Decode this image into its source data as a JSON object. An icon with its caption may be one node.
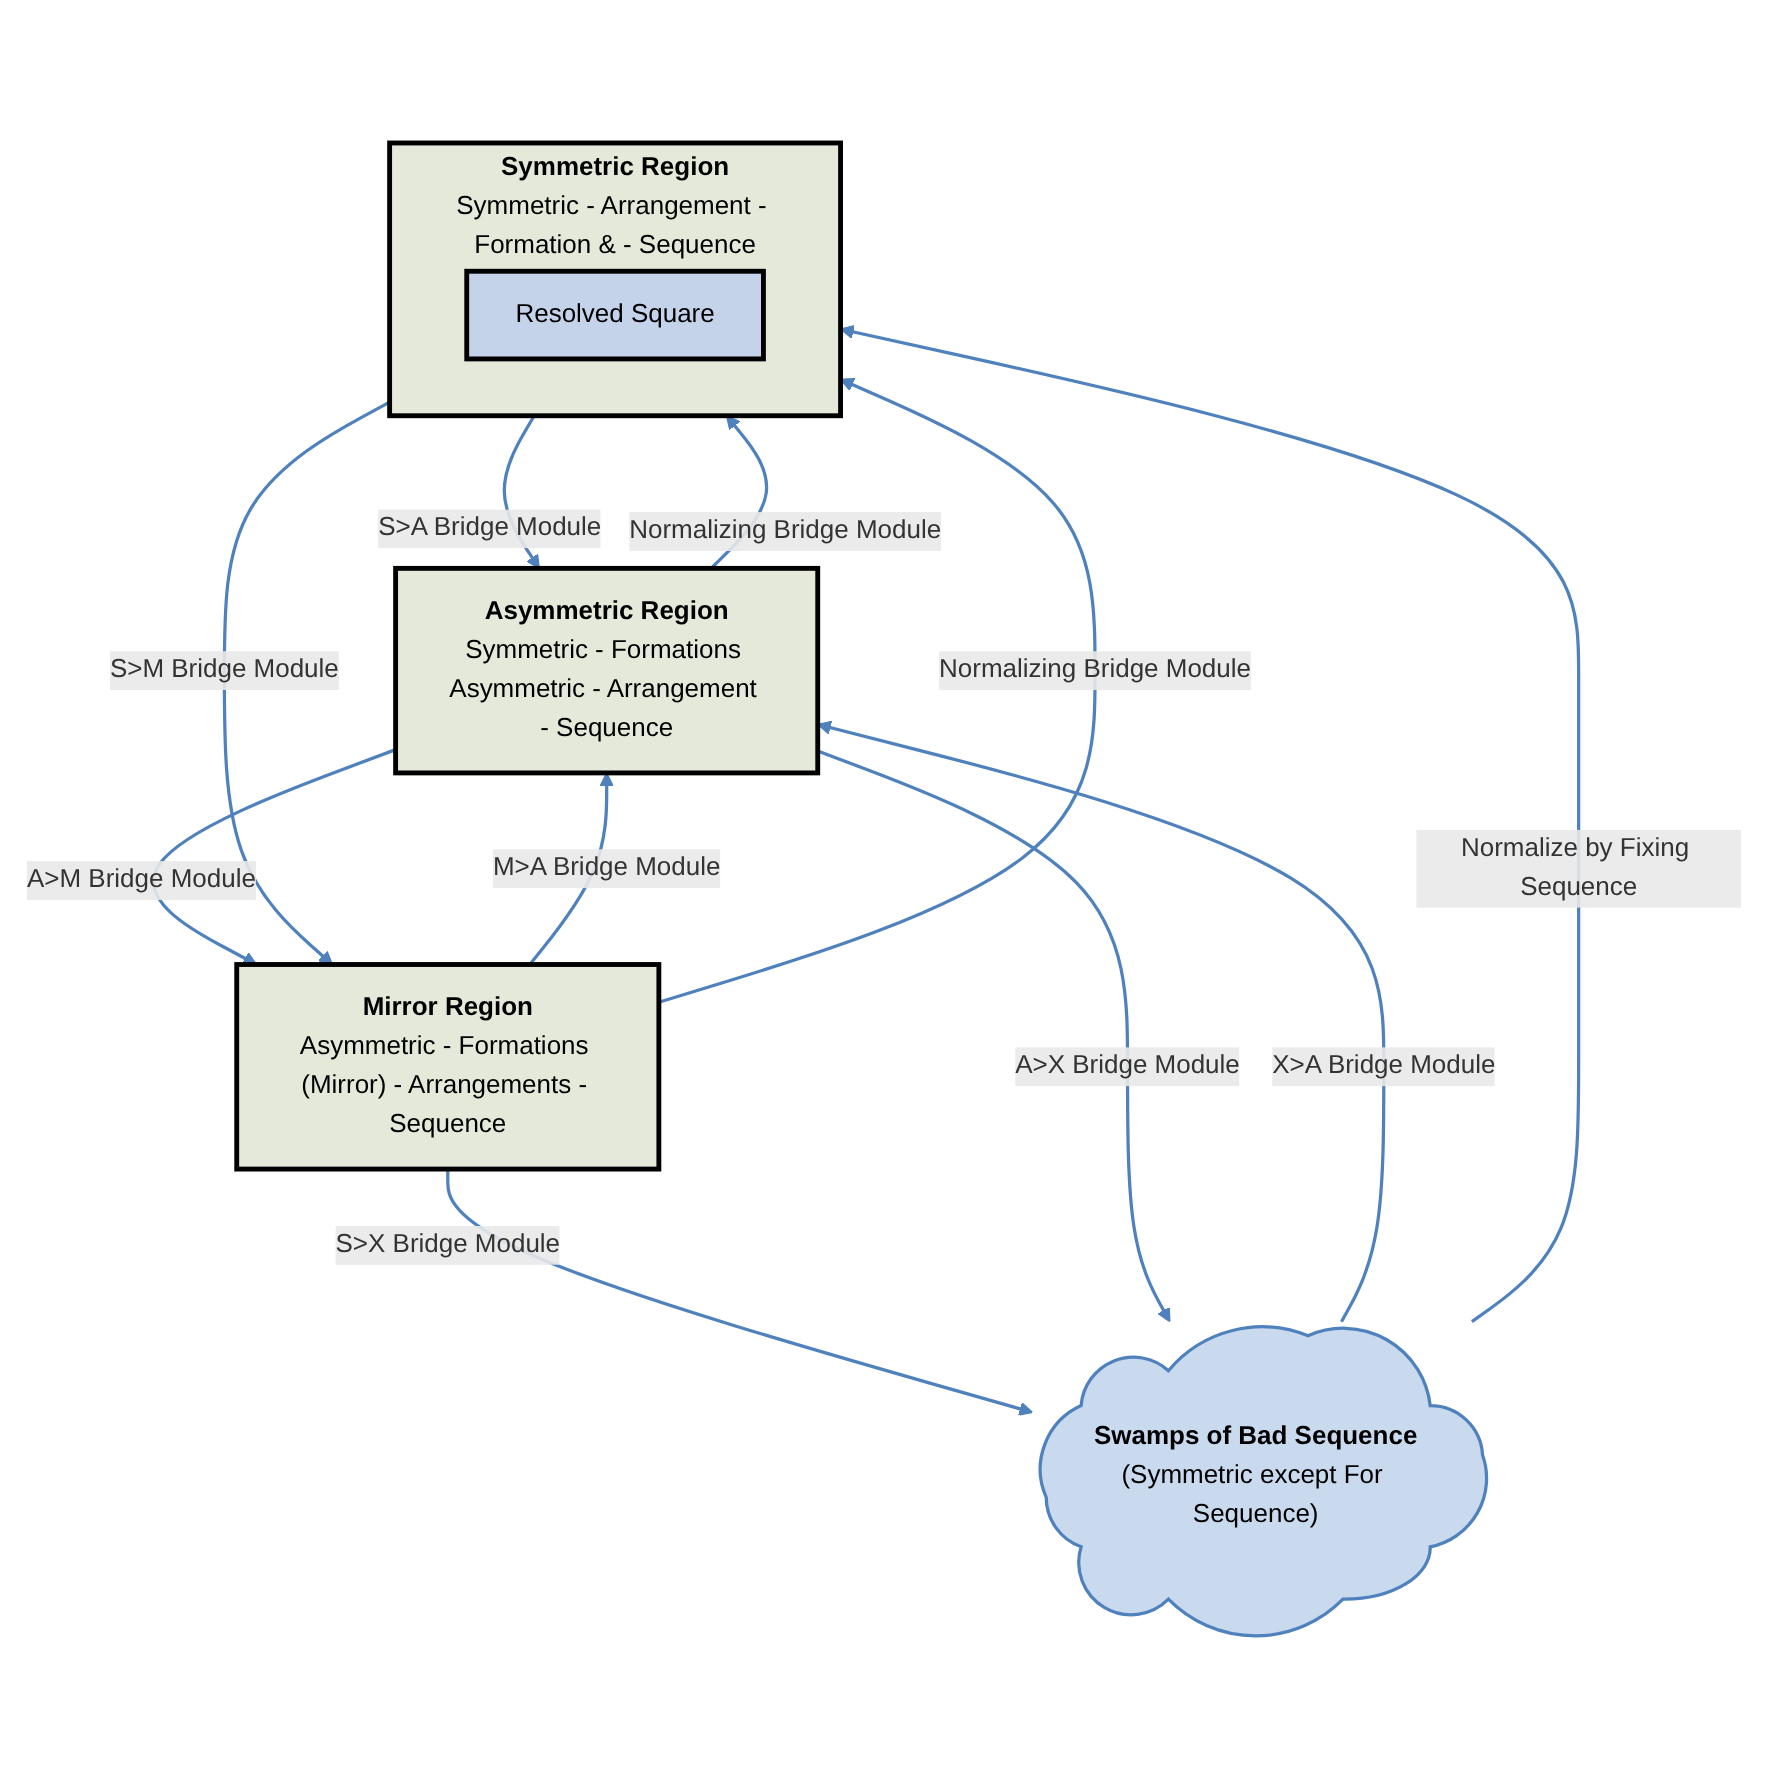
{
  "diagram": {
    "nodes": [
      {
        "text": [
          "Symmetric Region",
          "Symmetric - Arrangement - Formation & - Sequence"
        ]
      },
      {
        "text": [
          "Resolved Square"
        ],
        "in": 0
      },
      {
        "text": [
          "Asymmetric Region",
          "Symmetric - Formations Asymmetric - Arrangement - Sequence"
        ]
      },
      {
        "text": [
          "Mirror Region",
          "Asymmetric - Formations (Mirror) - Arrangements - Sequence"
        ]
      },
      {
        "text": [
          "Swamps of Bad Sequence",
          "(Symmetric except For Sequence)"
        ]
      }
    ],
    "edges": [
      {
        "from": 0,
        "to": 2,
        "arrow": "to",
        "label": "S>A Bridge Module"
      },
      {
        "from": 2,
        "to": 0,
        "arrow": "to",
        "label": "Normalizing Bridge Module"
      },
      {
        "from": 3,
        "to": 0,
        "arrow": "to",
        "label": "Normalizing Bridge Module"
      },
      {
        "from": 0,
        "to": 3,
        "arrow": "to",
        "label": "S>M Bridge Module"
      },
      {
        "from": 3,
        "to": 2,
        "arrow": "to",
        "label": "M>A Bridge Module"
      },
      {
        "from": 2,
        "to": 3,
        "arrow": "to",
        "label": "A>M Bridge Module"
      },
      {
        "from": 3,
        "to": 4,
        "arrow": "to",
        "label": "S>X Bridge Module"
      },
      {
        "from": 4,
        "to": 0,
        "arrow": "to",
        "label": "Normalize by Fixing Sequence"
      },
      {
        "from": 4,
        "to": 2,
        "arrow": "to",
        "label": "X>A Bridge Module"
      },
      {
        "from": 2,
        "to": 4,
        "arrow": "to",
        "label": "A>X Bridge Module"
      }
    ]
  }
}
